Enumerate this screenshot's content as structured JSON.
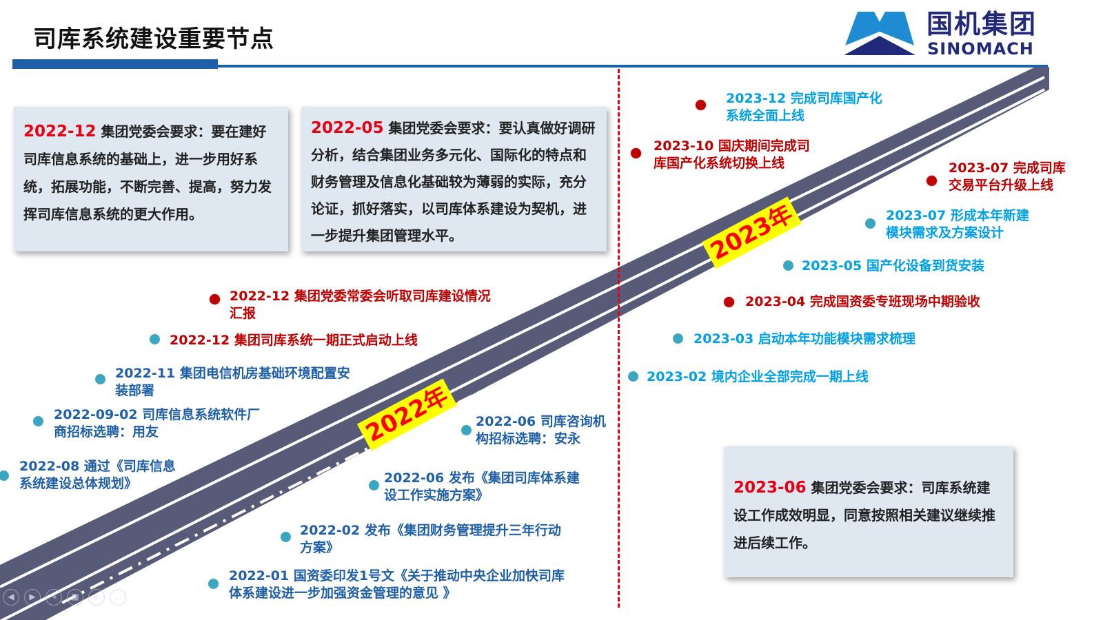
{
  "header": {
    "title": "司库系统建设重要节点",
    "logo_cn": "国机集团",
    "logo_en": "SINOMACH"
  },
  "colors": {
    "accent": "#1f5fa8",
    "red": "#c00000",
    "cyan": "#00a0e9",
    "road": "#575b78",
    "box": "#dfe7f1"
  },
  "years": [
    "2022年",
    "2023年"
  ],
  "boxes": [
    {
      "date": "2022-12",
      "text": "集团党委会要求：要在建好司库信息系统的基础上，进一步用好系统，拓展功能，不断完善、提高，努力发挥司库信息系统的更大作用。"
    },
    {
      "date": "2022-05",
      "text": "集团党委会要求：要认真做好调研分析，结合集团业务多元化、国际化的特点和财务管理及信息化基础较为薄弱的实际，充分论证，抓好落实，以司库体系建设为契机，进一步提升集团管理水平。"
    },
    {
      "date": "2023-06",
      "text": "集团党委会要求：司库系统建设工作成效明显，同意按照相关建议继续推进后续工作。"
    }
  ],
  "milestones": [
    {
      "lines": [
        "2022-12 集团党委常委会听取司库建设情况",
        "汇报"
      ],
      "color": "red",
      "dot": "red"
    },
    {
      "lines": [
        "2022-12 集团司库系统一期正式启动上线"
      ],
      "color": "red",
      "dot": "teal"
    },
    {
      "lines": [
        "2022-11 集团电信机房基础环境配置安",
        "装部署"
      ],
      "color": "blue",
      "dot": "teal"
    },
    {
      "lines": [
        "2022-09-02 司库信息系统软件厂",
        "商招标选聘：用友"
      ],
      "color": "blue",
      "dot": "teal"
    },
    {
      "lines": [
        "2022-08 通过《司库信息",
        "系统建设总体规划》"
      ],
      "color": "blue",
      "dot": "teal"
    },
    {
      "lines": [
        "2022-06 司库咨询机",
        "构招标选聘：安永"
      ],
      "color": "blue",
      "dot": "teal"
    },
    {
      "lines": [
        "2022-06 发布《集团司库体系建",
        "设工作实施方案》"
      ],
      "color": "blue",
      "dot": "teal"
    },
    {
      "lines": [
        "2022-02 发布《集团财务管理提升三年行动",
        "方案》"
      ],
      "color": "blue",
      "dot": "teal"
    },
    {
      "lines": [
        "2022-01 国资委印发1号文《关于推动中央企业加快司库",
        "体系建设进一步加强资金管理的意见 》"
      ],
      "color": "blue",
      "dot": "teal"
    },
    {
      "lines": [
        "2023-12 完成司库国产化",
        "系统全面上线"
      ],
      "color": "cyan",
      "dot": "red"
    },
    {
      "lines": [
        "2023-10 国庆期间完成司",
        "库国产化系统切换上线"
      ],
      "color": "red",
      "dot": "red"
    },
    {
      "lines": [
        "2023-07 完成司库",
        "交易平台升级上线"
      ],
      "color": "red",
      "dot": "red"
    },
    {
      "lines": [
        "2023-07 形成本年新建",
        "模块需求及方案设计"
      ],
      "color": "cyan",
      "dot": "teal"
    },
    {
      "lines": [
        "2023-05 国产化设备到货安装"
      ],
      "color": "cyan",
      "dot": "teal"
    },
    {
      "lines": [
        "2023-04 完成国资委专班现场中期验收"
      ],
      "color": "red",
      "dot": "red"
    },
    {
      "lines": [
        "2023-03 启动本年功能模块需求梳理"
      ],
      "color": "cyan",
      "dot": "teal"
    },
    {
      "lines": [
        "2023-02 境内企业全部完成一期上线"
      ],
      "color": "cyan",
      "dot": "teal"
    }
  ],
  "controls": [
    "previous-icon",
    "next-icon",
    "pen-icon",
    "slides-icon",
    "zoom-icon",
    "more-icon"
  ]
}
